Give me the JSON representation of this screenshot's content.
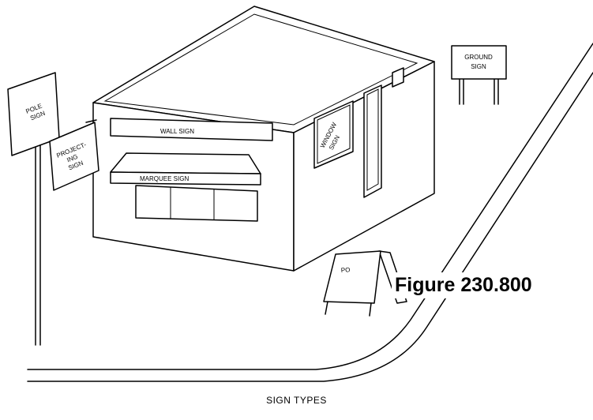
{
  "signs": {
    "pole": [
      "POLE",
      "SIGN"
    ],
    "projecting": [
      "PROJECT-",
      "ING",
      "SIGN"
    ],
    "wall": "WALL SIGN",
    "marquee": "MARQUEE SIGN",
    "window": [
      "WINDOW",
      "SIGN"
    ],
    "ground": [
      "GROUND",
      "SIGN"
    ],
    "portable": "PO"
  },
  "figure_label": "Figure 230.800",
  "caption": "SIGN TYPES"
}
